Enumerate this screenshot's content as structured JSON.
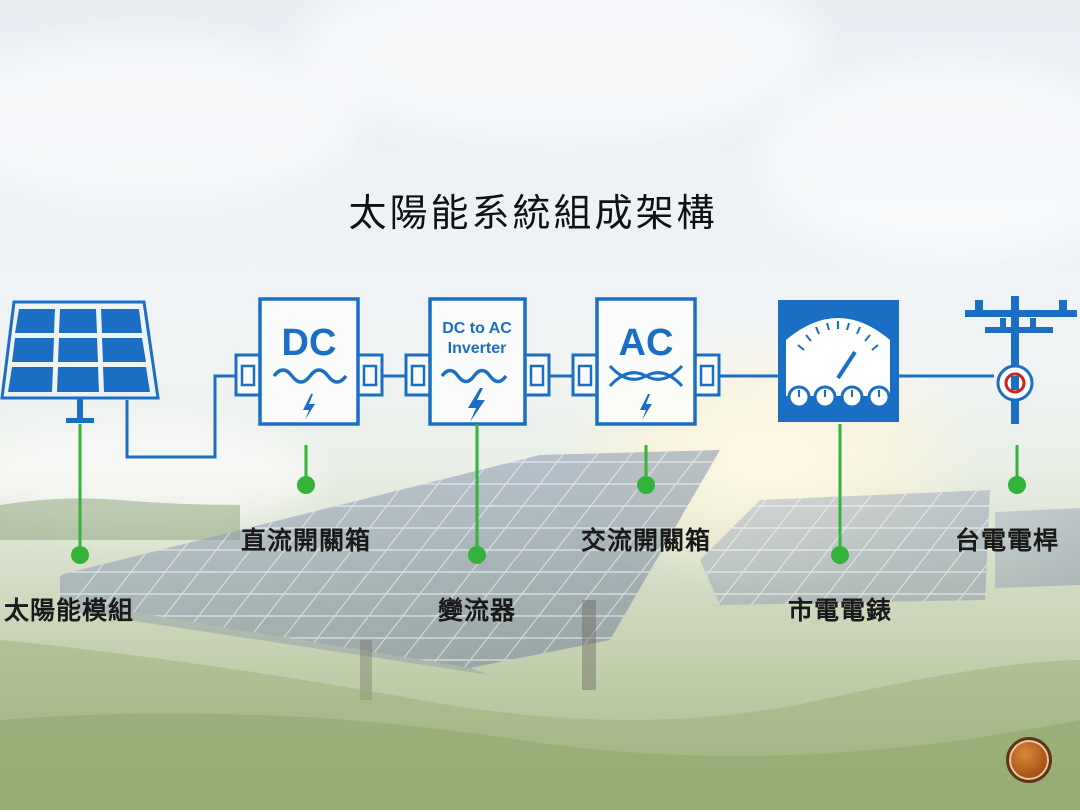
{
  "title": "太陽能系統組成架構",
  "components": [
    {
      "id": "solar-module",
      "icon": "solar-panel-icon",
      "label": "太陽能模組"
    },
    {
      "id": "dc-switchbox",
      "icon": "dc-box-icon",
      "box_text": "DC",
      "label": "直流開關箱"
    },
    {
      "id": "inverter",
      "icon": "inverter-icon",
      "box_text_line1": "DC to AC",
      "box_text_line2": "Inverter",
      "label": "變流器"
    },
    {
      "id": "ac-switchbox",
      "icon": "ac-box-icon",
      "box_text": "AC",
      "label": "交流開關箱"
    },
    {
      "id": "meter",
      "icon": "meter-icon",
      "label": "市電電錶"
    },
    {
      "id": "utility-pole",
      "icon": "utility-pole-icon",
      "label": "台電電桿"
    }
  ],
  "colors": {
    "primary_blue": "#1a6fc4",
    "connector_green": "#33b33a",
    "nav_button": "#b05a1c"
  },
  "nav": {
    "icon": "next-slide-icon"
  }
}
